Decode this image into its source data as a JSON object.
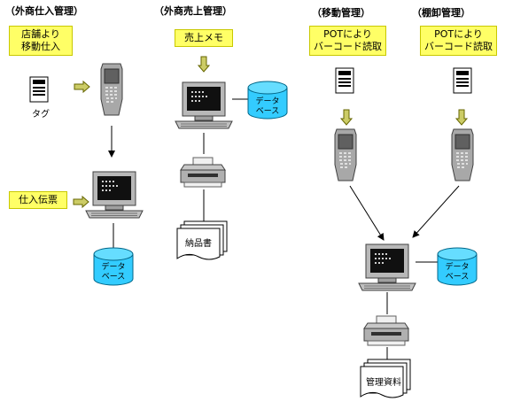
{
  "sections": {
    "outside_purchase": "（外商仕入管理）",
    "outside_sales": "（外商売上管理）",
    "transfer": "（移動管理）",
    "inventory": "（棚卸管理）"
  },
  "notes": {
    "store_transfer_line1": "店舗より",
    "store_transfer_line2": "移動仕入",
    "purchase_slip": "仕入伝票",
    "sales_memo": "売上メモ",
    "pot_barcode_line1": "POTにより",
    "pot_barcode_line2": "バーコード読取"
  },
  "labels": {
    "tag": "タグ",
    "database_line1": "データ",
    "database_line2": "ベース",
    "delivery_note": "納品書",
    "management_docs": "管理資料"
  },
  "colors": {
    "note_fill": "#ffff66",
    "database_fill": "#33ccff",
    "arrow_fill": "#cccc66"
  }
}
